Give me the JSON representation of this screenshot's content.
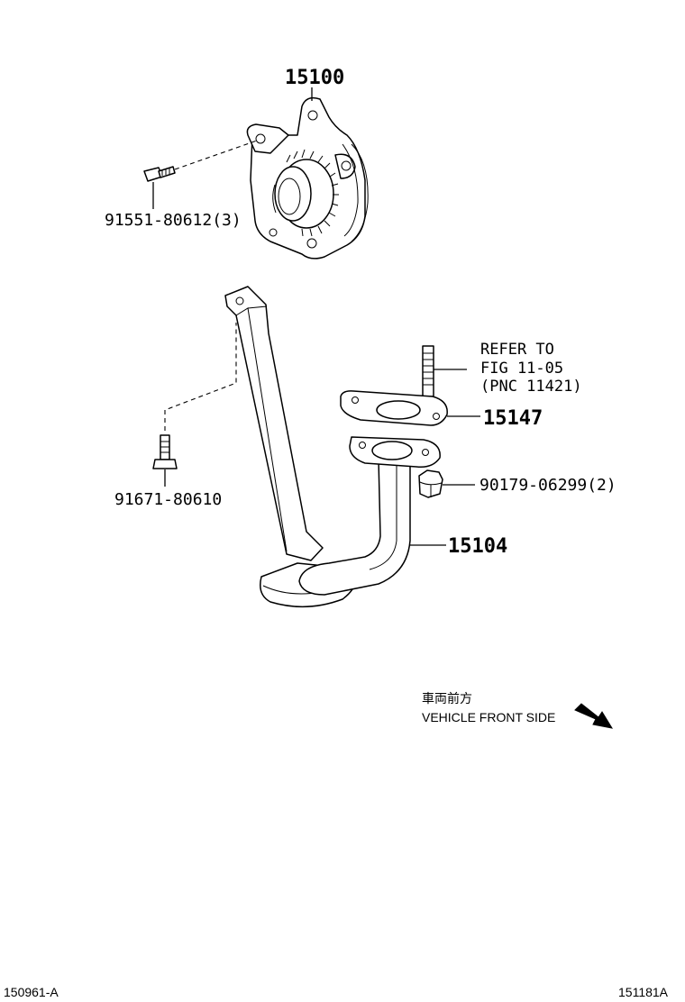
{
  "parts": {
    "oil_pump": {
      "number": "15100"
    },
    "pump_bolt": {
      "number": "91551-80612(3)"
    },
    "stud_note": {
      "lines": [
        "REFER TO",
        "FIG 11-05",
        "(PNC 11421)"
      ]
    },
    "gasket": {
      "number": "15147"
    },
    "nut": {
      "number": "90179-06299(2)"
    },
    "strainer": {
      "number": "15104"
    },
    "strainer_bolt": {
      "number": "91671-80610"
    }
  },
  "direction": {
    "label_jp": "車両前方",
    "label_en": "VEHICLE FRONT SIDE",
    "icon": "arrow-down-right-icon"
  },
  "footer": {
    "left_code": "150961-A",
    "right_code": "151181A"
  },
  "colors": {
    "ink": "#000000",
    "paper": "#ffffff"
  }
}
